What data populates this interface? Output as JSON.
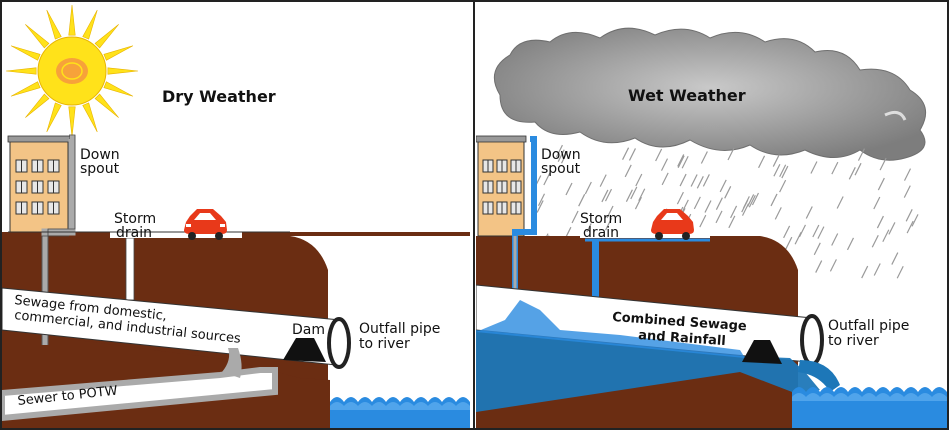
{
  "panels": {
    "dry": {
      "title": "Dry Weather",
      "downspout_line1": "Down",
      "downspout_line2": "spout",
      "storm_line1": "Storm",
      "storm_line2": "drain",
      "sewage_line1": "Sewage from domestic,",
      "sewage_line2": "commercial, and industrial sources",
      "dam": "Dam",
      "outfall_line1": "Outfall pipe",
      "outfall_line2": "to river",
      "sewer_potw": "Sewer to POTW"
    },
    "wet": {
      "title": "Wet Weather",
      "downspout_line1": "Down",
      "downspout_line2": "spout",
      "storm_line1": "Storm",
      "storm_line2": "drain",
      "combined_line1": "Combined Sewage",
      "combined_line2": "and Rainfall",
      "outfall_line1": "Outfall pipe",
      "outfall_line2": "to river"
    }
  },
  "colors": {
    "ground": "#6b2d12",
    "building": "#f3c486",
    "car": "#e8391a",
    "sun": "#ffe21a",
    "sun_center": "#f7a23a",
    "water": "#2a8be0",
    "combined_flow": "#1d77b8",
    "pipe": "#ffffff",
    "downspout_gray": "#a9a9a9",
    "cloud": "#9a9a9a"
  }
}
